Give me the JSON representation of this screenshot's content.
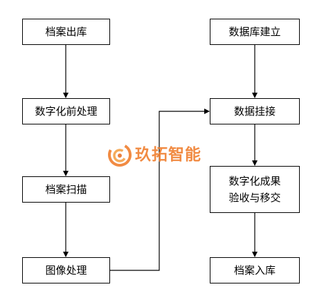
{
  "diagram": {
    "type": "flowchart",
    "nodes": {
      "archive_out": "档案出库",
      "pre_digitization": "数字化前处理",
      "archive_scan": "档案扫描",
      "image_processing": "图像处理",
      "database_build": "数据库建立",
      "data_link": "数据挂接",
      "acceptance_transfer": "数字化成果\n验收与移交",
      "archive_in": "档案入库"
    },
    "edges": [
      [
        "archive_out",
        "pre_digitization"
      ],
      [
        "pre_digitization",
        "archive_scan"
      ],
      [
        "archive_scan",
        "image_processing"
      ],
      [
        "image_processing",
        "data_link"
      ],
      [
        "database_build",
        "data_link"
      ],
      [
        "data_link",
        "acceptance_transfer"
      ],
      [
        "acceptance_transfer",
        "archive_in"
      ]
    ],
    "colors": {
      "line": "#000000",
      "box_border": "#000000",
      "watermark": "#f07f2f"
    }
  },
  "watermark": {
    "text": "玖拓智能",
    "icon": "swirl-logo-icon"
  }
}
